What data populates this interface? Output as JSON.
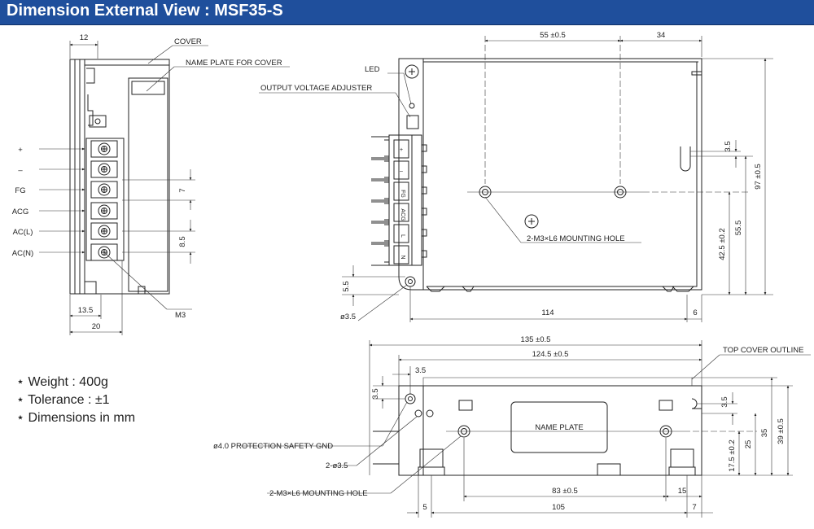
{
  "header": {
    "title": "Dimension External View : MSF35-S",
    "bg_color": "#1f4f9c"
  },
  "side_view": {
    "dim_top": "12",
    "cover": "COVER",
    "name_plate_for_cover": "NAME PLATE FOR COVER",
    "terminals": [
      "+",
      "–",
      "FG",
      "ACG",
      "AC(L)",
      "AC(N)"
    ],
    "dim_7": "7",
    "dim_8_5": "8.5",
    "m3": "M3",
    "dim_13_5": "13.5",
    "dim_20": "20"
  },
  "front_view": {
    "led": "LED",
    "output_voltage_adjuster": "OUTPUT VOLTAGE ADJUSTER",
    "dim_55": "55 ±0.5",
    "dim_34": "34",
    "dim_3_5": "3.5",
    "dim_97": "97 ±0.5",
    "dim_55_5": "55.5",
    "dim_42_5": "42.5 ±0.2",
    "mounting_hole": "2-M3×L6 MOUNTING HOLE",
    "dim_5_5": "5.5",
    "dim_114": "114",
    "dim_6": "6",
    "phi_3_5": "ø3.5",
    "terminal_marks": [
      "+",
      "–",
      "FG",
      "ACG",
      "L",
      "N"
    ]
  },
  "bottom_view": {
    "dim_135": "135 ±0.5",
    "dim_124_5": "124.5 ±0.5",
    "top_cover_outline": "TOP COVER OUTLINE",
    "dim_3_5_top": "3.5",
    "dim_3_5_left": "3.5",
    "dim_3_5_right": "3.5",
    "name_plate": "NAME PLATE",
    "protection_gnd": "ø4.0 PROTECTION SAFETY GND",
    "holes_3_5": "2-ø3.5",
    "mounting_hole": "2-M3×L6 MOUNTING HOLE",
    "dim_83": "83 ±0.5",
    "dim_15": "15",
    "dim_5": "5",
    "dim_105": "105",
    "dim_7": "7",
    "dim_17_5": "17.5 ±0.2",
    "dim_25": "25",
    "dim_35": "35",
    "dim_39": "39 ±0.5"
  },
  "notes": {
    "weight": "⋆ Weight : 400g",
    "tolerance": "⋆ Tolerance : ±1",
    "dimensions": "⋆ Dimensions in mm"
  }
}
